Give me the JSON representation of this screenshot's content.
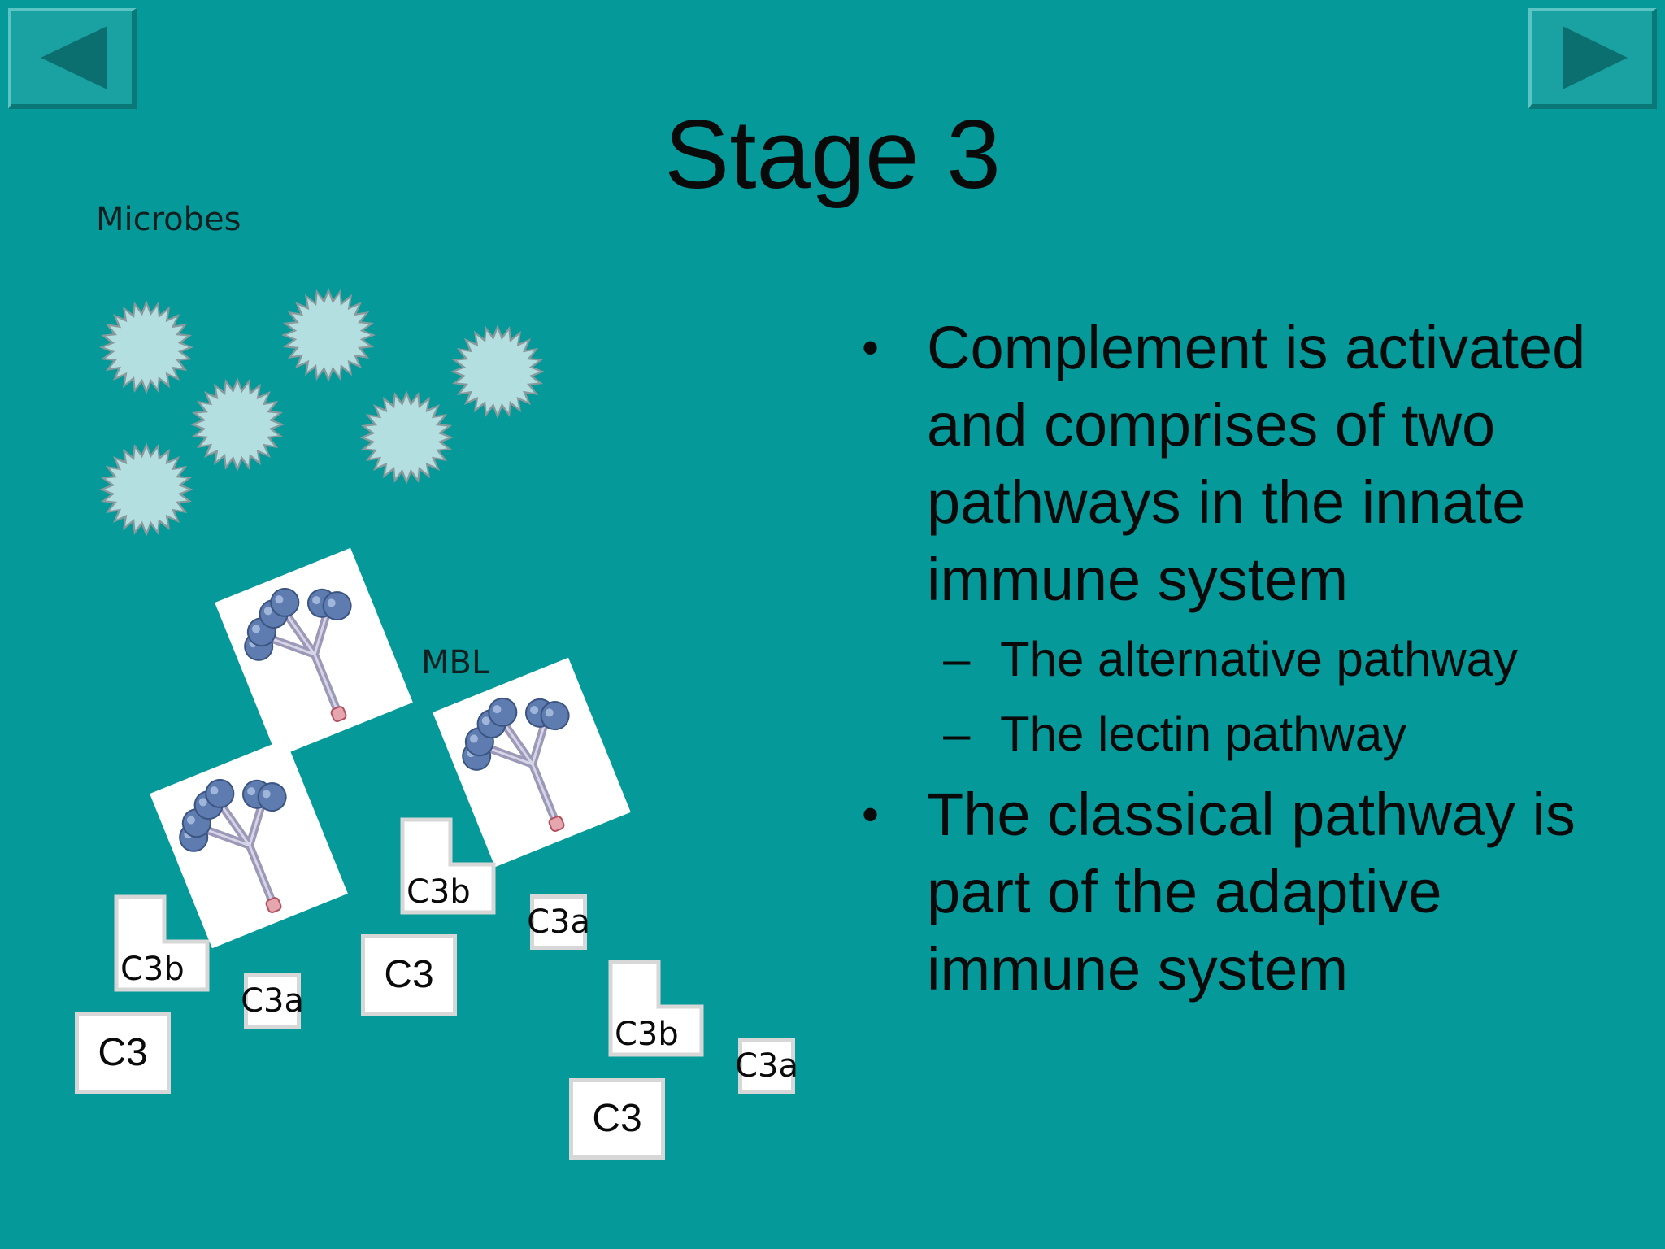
{
  "slide": {
    "title": "Stage 3",
    "nav": {
      "prev_icon": "triangle-left-icon",
      "next_icon": "triangle-right-icon"
    },
    "diagram": {
      "microbes_label": "Microbes",
      "mbl_label": "MBL",
      "c3_label": "C3",
      "c3a_label": "C3a",
      "c3b_label": "C3b"
    },
    "bullets": [
      {
        "text": "Complement is activated and comprises of two pathways in the innate immune system",
        "subs": [
          "The alternative pathway",
          "The lectin pathway"
        ]
      },
      {
        "text": "The classical pathway is part of the adaptive immune system",
        "subs": []
      }
    ],
    "colors": {
      "background": "#05999a",
      "button": "#1aa2a3",
      "arrow": "#0b6f70",
      "microbe": "#b3dfe0"
    }
  }
}
